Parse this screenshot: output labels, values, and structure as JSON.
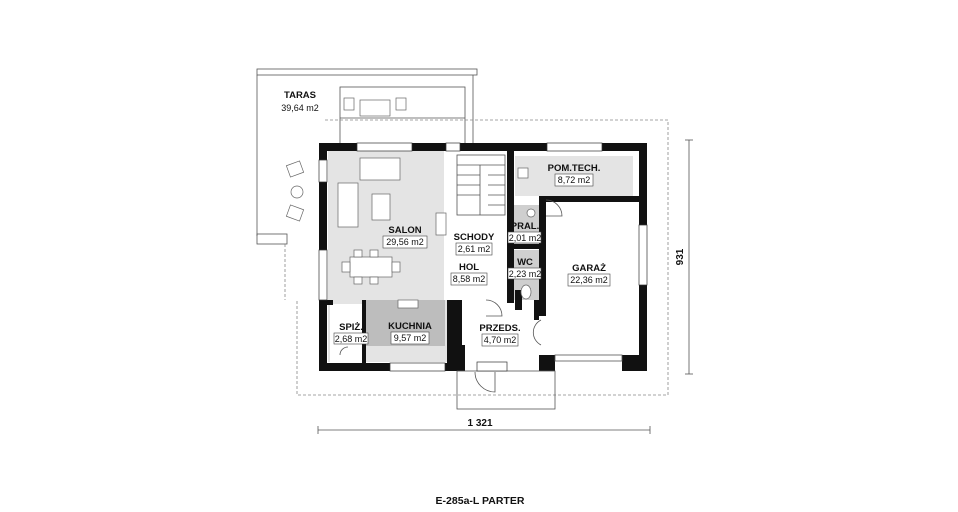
{
  "rooms": {
    "taras": {
      "name": "TARAS",
      "area": "39,64 m2"
    },
    "salon": {
      "name": "SALON",
      "area": "29,56 m2"
    },
    "pomtech": {
      "name": "POM.TECH.",
      "area": "8,72 m2"
    },
    "schody": {
      "name": "SCHODY",
      "area": "2,61 m2"
    },
    "pral": {
      "name": "PRAL.",
      "area": "2,01 m2"
    },
    "hol": {
      "name": "HOL",
      "area": "8,58 m2"
    },
    "wc": {
      "name": "WC",
      "area": "2,23 m2"
    },
    "garaz": {
      "name": "GARAŻ",
      "area": "22,36 m2"
    },
    "spiz": {
      "name": "SPIŻ.",
      "area": "2,68 m2"
    },
    "kuchnia": {
      "name": "KUCHNIA",
      "area": "9,57 m2"
    },
    "przeds": {
      "name": "PRZEDS.",
      "area": "4,70 m2"
    }
  },
  "dimensions": {
    "width": "1 321",
    "depth": "931"
  },
  "caption": "E-285a-L PARTER",
  "colors": {
    "wall": "#111111",
    "room_fill": "#e4e4e4",
    "wet_room_fill": "#cfcfcf",
    "kitchen_fill": "#bdbdbd",
    "background": "#ffffff"
  }
}
